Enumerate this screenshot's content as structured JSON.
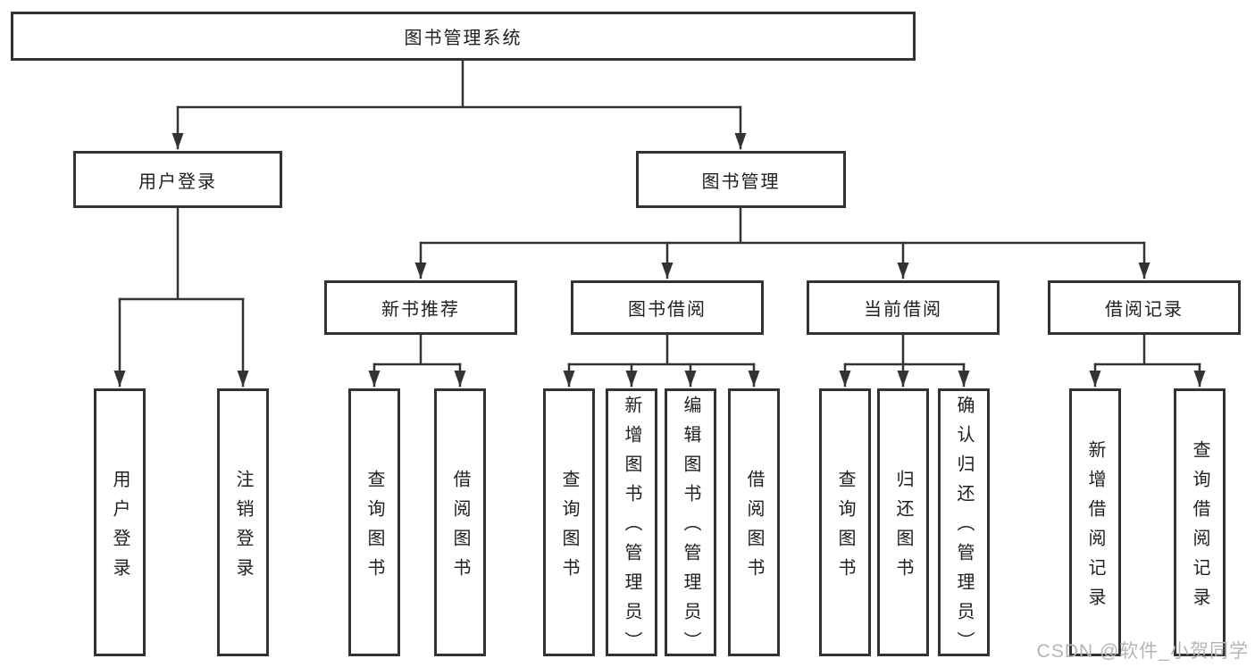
{
  "diagram": {
    "root": {
      "label": "图书管理系统",
      "children": [
        {
          "label": "用户登录",
          "children": [
            {
              "label": "用户登录"
            },
            {
              "label": "注销登录"
            }
          ]
        },
        {
          "label": "图书管理",
          "children": [
            {
              "label": "新书推荐",
              "children": [
                {
                  "label": "查询图书"
                },
                {
                  "label": "借阅图书"
                }
              ]
            },
            {
              "label": "图书借阅",
              "children": [
                {
                  "label": "查询图书"
                },
                {
                  "label": "新增图书（管理员）"
                },
                {
                  "label": "编辑图书（管理员）"
                },
                {
                  "label": "借阅图书"
                }
              ]
            },
            {
              "label": "当前借阅",
              "children": [
                {
                  "label": "查询图书"
                },
                {
                  "label": "归还图书"
                },
                {
                  "label": "确认归还（管理员）"
                }
              ]
            },
            {
              "label": "借阅记录",
              "children": [
                {
                  "label": "新增借阅记录"
                },
                {
                  "label": "查询借阅记录"
                }
              ]
            }
          ]
        }
      ]
    }
  },
  "watermark": {
    "text": "CSDN @软件_小贺同学",
    "color": "#b5b5b5"
  },
  "colors": {
    "line": "#333333",
    "box_border": "#333333",
    "box_fill": "#ffffff",
    "text": "#1f1f1f",
    "background": "#ffffff"
  }
}
